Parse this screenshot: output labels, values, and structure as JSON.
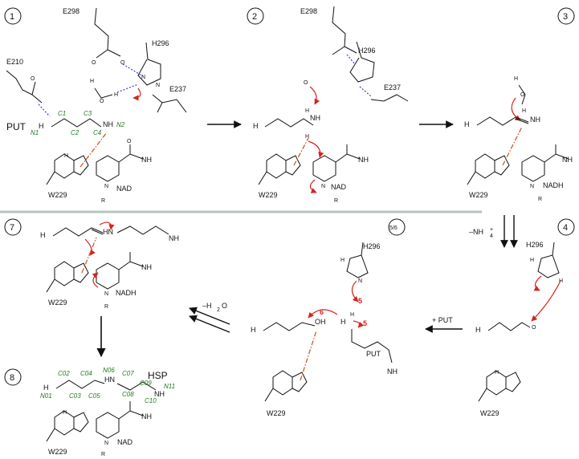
{
  "panels": {
    "p1": "1",
    "p2": "2",
    "p3": "3",
    "p4": "4",
    "p56": "5/6",
    "p7": "7",
    "p8": "8"
  },
  "residues": {
    "e298": "E298",
    "e210": "E210",
    "h296": "H296",
    "e237": "E237",
    "w229": "W229"
  },
  "labels": {
    "put": "PUT",
    "hsp": "HSP",
    "nad_plus": "NAD",
    "nadh": "NADH",
    "r1": "R",
    "nh2": "NH",
    "nh3": "NH",
    "h3n": "H",
    "minus_h2o": "–H",
    "minus_nh4": "–NH",
    "plus_put": "+ PUT",
    "h2n": "H",
    "oh": "OH",
    "hn": "HN",
    "h": "H",
    "o": "O",
    "n": "N"
  },
  "put_atoms": [
    "N1",
    "C1",
    "C2",
    "C3",
    "C4",
    "N2"
  ],
  "hsp_atoms": [
    "N01",
    "C02",
    "C03",
    "C04",
    "C05",
    "N06",
    "C07",
    "C08",
    "C09",
    "C10",
    "N11"
  ],
  "arrow_labels": {
    "a5": "5",
    "a6": "6"
  },
  "colors": {
    "hbond": "#3a3ad6",
    "pi": "#c8501e",
    "arrow_red": "#d6231e",
    "atom_green": "#1f7a1f",
    "divider": "#b9c3c1"
  }
}
